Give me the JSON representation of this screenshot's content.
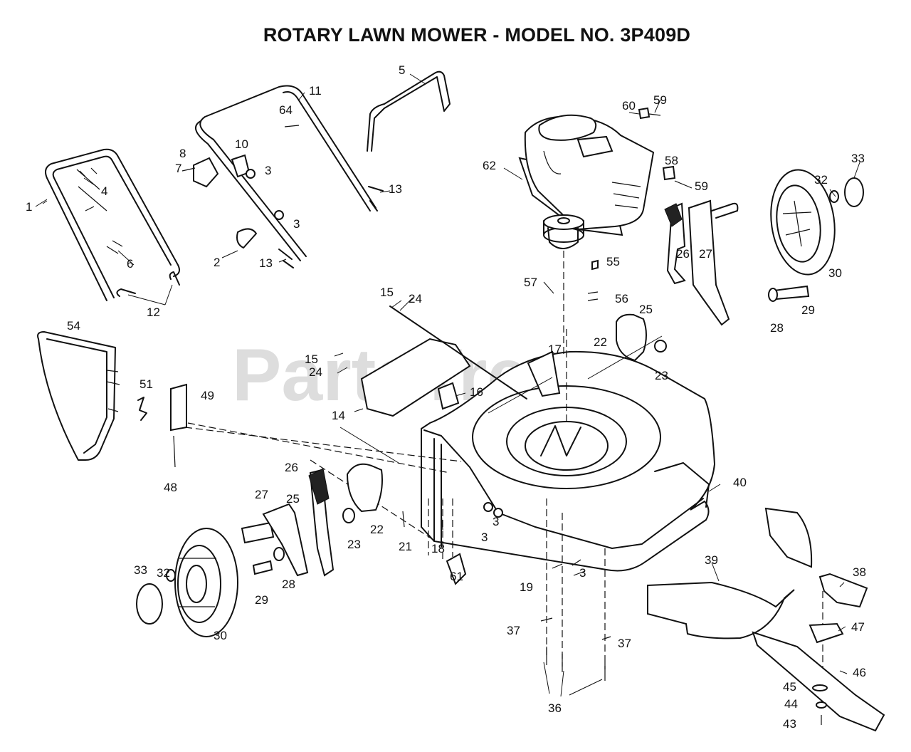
{
  "title": "ROTARY LAWN MOWER - MODEL NO.  3P409D",
  "watermark": "PartsTree",
  "callouts": [
    "1",
    "2",
    "3",
    "3",
    "3",
    "3",
    "3",
    "4",
    "5",
    "6",
    "7",
    "8",
    "10",
    "11",
    "12",
    "13",
    "13",
    "14",
    "15",
    "15",
    "16",
    "17",
    "18",
    "19",
    "21",
    "22",
    "22",
    "23",
    "23",
    "24",
    "24",
    "25",
    "25",
    "26",
    "26",
    "27",
    "27",
    "28",
    "28",
    "29",
    "29",
    "30",
    "30",
    "32",
    "32",
    "33",
    "33",
    "36",
    "37",
    "37",
    "38",
    "39",
    "40",
    "43",
    "44",
    "45",
    "46",
    "47",
    "48",
    "49",
    "51",
    "54",
    "55",
    "56",
    "57",
    "58",
    "59",
    "59",
    "60",
    "61",
    "62",
    "64"
  ]
}
